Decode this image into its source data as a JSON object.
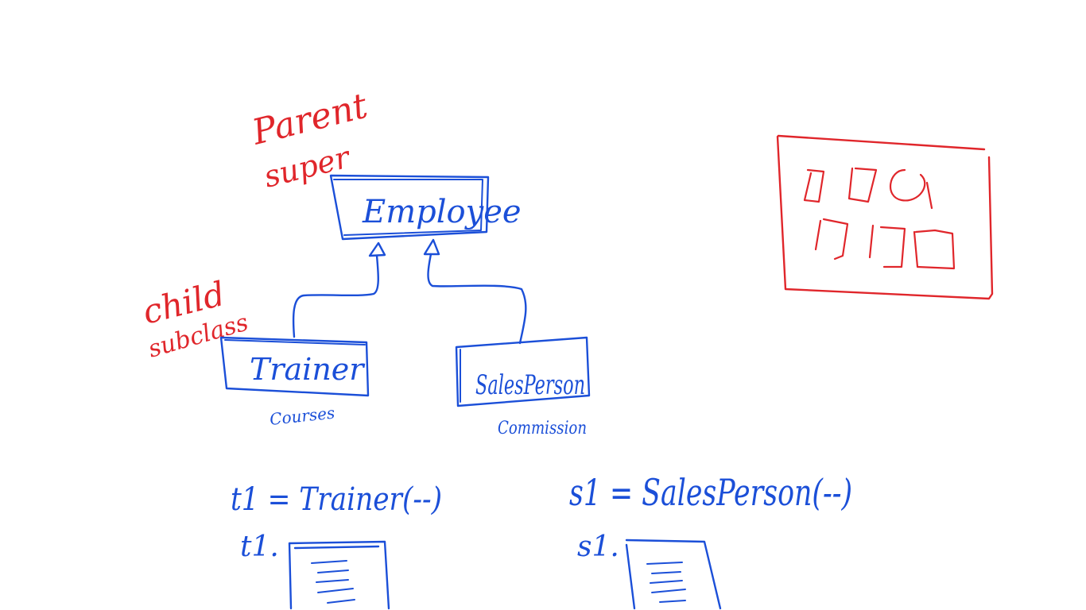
{
  "colors": {
    "blue_ink": "#1b4fd8",
    "red_ink": "#e0262b",
    "background": "#ffffff"
  },
  "annotations": {
    "parent": "Parent",
    "super": "super",
    "child": "child",
    "subclass": "subclass"
  },
  "classes": {
    "employee": "Employee",
    "trainer": "Trainer",
    "salesperson": "SalesPerson"
  },
  "attributes": {
    "trainer": "Courses",
    "salesperson": "Commission"
  },
  "code": {
    "trainer_instantiation": "t1 = Trainer(--)",
    "salesperson_instantiation": "s1 = SalesPerson(--)",
    "trainer_access": "t1.",
    "salesperson_access": "s1."
  }
}
